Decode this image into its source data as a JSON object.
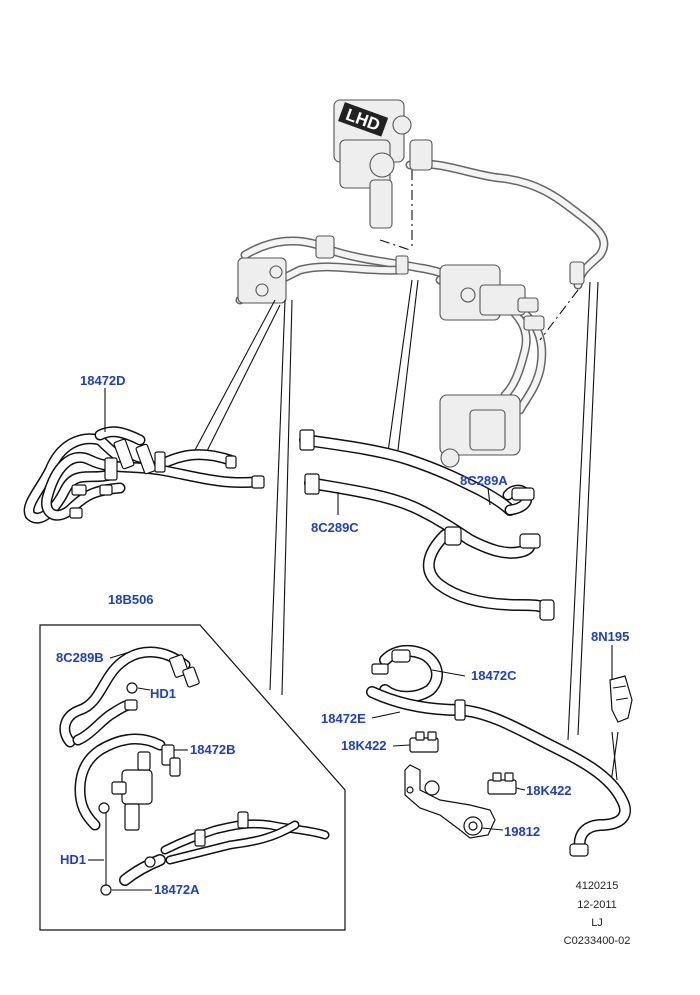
{
  "diagram": {
    "stamp_text": "LHD",
    "callouts": {
      "c18472D": "18472D",
      "c8C289A": "8C289A",
      "c8C289C": "8C289C",
      "c18B506": "18B506",
      "c8C289B": "8C289B",
      "cHD1a": "HD1",
      "c18472B": "18472B",
      "cHD1b": "HD1",
      "c18472A": "18472A",
      "c8N195": "8N195",
      "c18472C": "18472C",
      "c18472E": "18472E",
      "c18K422a": "18K422",
      "c18K422b": "18K422",
      "c19812": "19812"
    },
    "footer": {
      "ref": "4120215",
      "date": "12-2011",
      "region": "LJ",
      "code": "C0233400-02"
    }
  }
}
